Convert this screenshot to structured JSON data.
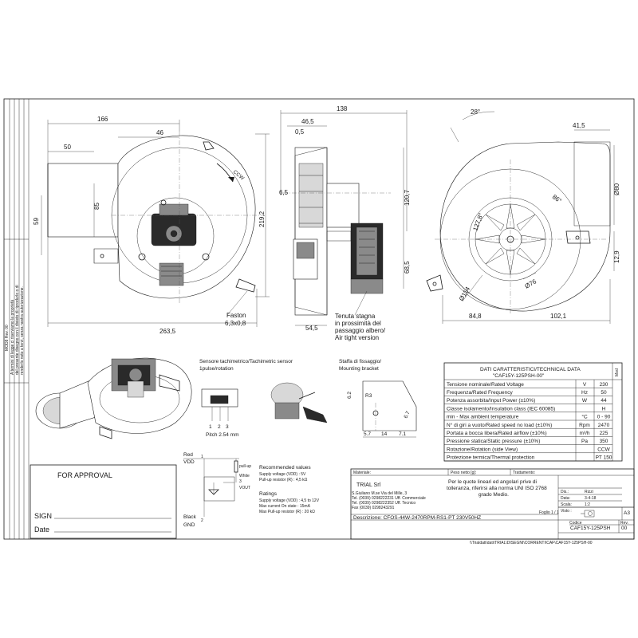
{
  "side_note": {
    "line1": "MOD8 Rev. 00",
    "line2": "A termini di legge ci riserviamo la proprietà",
    "line3": "del presente disegno con il divieto di riprodurlo o di",
    "line4": "renderlo noto a terzi, senza nostra autorizzazione."
  },
  "front_view": {
    "dims": [
      "166",
      "46",
      "50",
      "85",
      "59",
      "219,2",
      "263,5"
    ],
    "ccw_label": "CCW",
    "faston_label_1": "Faston",
    "faston_label_2": "6,3x0,8"
  },
  "side_view": {
    "dims": [
      "138",
      "46,5",
      "0,5",
      "6,5",
      "120,7",
      "68,5",
      "54,5"
    ],
    "note_1": "Tenuta stagna",
    "note_2": "in prossimità del",
    "note_3": "passaggio albero/",
    "note_4": "Air tight version"
  },
  "rear_view": {
    "dims": [
      "28°",
      "41,5",
      "Ø80",
      "86°",
      "127,8°",
      "12,9",
      "Ø114",
      "Ø76",
      "84,8",
      "102,1"
    ]
  },
  "sensor": {
    "title": "Sensore tachimetrico/Tachimetric sensor",
    "subtitle": "1pulse/rotation",
    "pins": [
      "1",
      "2",
      "3"
    ],
    "pitch": "Pitch 2.54 mm"
  },
  "bracket": {
    "title": "Staffa di fissaggio/",
    "subtitle": "Mounting bracket",
    "dims": [
      "5.7",
      "14",
      "7.1",
      "6.2",
      "R3",
      "6.7"
    ]
  },
  "schematic": {
    "red": "Red",
    "vdd": "VDD",
    "pin1": "1",
    "pullup": "pull-up",
    "white": "White",
    "pin3": "3",
    "vout": "VOUT",
    "black": "Black",
    "pin2": "2",
    "gnd": "GND",
    "rec_title": "Recommended values",
    "rec_1": "Supply voltage (VDD) : 5V",
    "rec_2": "Pull-up resistor (R)    : 4,5 kΩ",
    "rat_title": "Ratings",
    "rat_1": "Supply voltage (VDD) : 4,5 to 12V",
    "rat_2": "Max current On state  : 15mA",
    "rat_3": "Max Pull-up resistor (R) : 20 kΩ"
  },
  "tech": {
    "title": "DATI CARATTERISTICI/TECHNICAL DATA",
    "code": "\"CAF15Y-125PSH-00\"",
    "mod": "Mod",
    "rows": [
      {
        "label": "Tensione  nominale/Rated Voltage",
        "unit": "V",
        "value": "230"
      },
      {
        "label": "Frequenza/Rated Frequency",
        "unit": "Hz",
        "value": "50"
      },
      {
        "label": "Potenza assorbita/Input Power (±10%)",
        "unit": "W",
        "value": "44"
      },
      {
        "label": "Classe isolamento/Insulation class (IEC 60085)",
        "unit": "",
        "value": "H"
      },
      {
        "label": "min - Max ambient temperature",
        "unit": "°C",
        "value": "0 - 90"
      },
      {
        "label": "N° di giri a vuoto/Rated speed no load (±10%)",
        "unit": "Rpm",
        "value": "2470"
      },
      {
        "label": "Portata a bocca libera/Rated airflow (±10%)",
        "unit": "m³/h",
        "value": "225"
      },
      {
        "label": "Pressione statica/Static pressure (±10%)",
        "unit": "Pa",
        "value": "350"
      },
      {
        "label": "Rotazione/Rotation (side View)",
        "unit": "",
        "value": "CCW"
      },
      {
        "label": "Protezione termica/Thermal protection",
        "unit": "",
        "value": "PT 150"
      }
    ]
  },
  "approval": {
    "title": "FOR APPROVAL",
    "sign": "SIGN",
    "date": "Date"
  },
  "title_block": {
    "materiale": "Materiale:",
    "peso": "Peso netto [g]:",
    "trattamento": "Trattamento:",
    "company": "TRIAL Srl",
    "addr_1": "S.Giuliano M.se Via del Mille, 3",
    "addr_2": "Tel. (0039) 0298222231 Uff. Commerciale",
    "addr_3": "Tel. (0039) 0298222352 Uff. Tecnico",
    "addr_4": "Fax (0039) 0298243291",
    "note_1": "Per le quote lineari ed angolari prive di",
    "note_2": "tolleranza, riferirsi alla norma UNI ISO 2768",
    "note_3": "grado Medio.",
    "foglio": "Foglio 1 / 1",
    "size": "A3",
    "dis": "Dis.:",
    "dis_val": "Rizzi",
    "data": "Data:",
    "data_val": "3-4-18",
    "scala": "Scala:",
    "scala_val": "1:2",
    "visto": "Visto :",
    "descr": "Descrizione: CFOS-44W-2470RPM-RS1-PT    230V50HZ",
    "codice": "Codice",
    "code_val": "CAF15Y-125PSH",
    "rev": "Rev.",
    "rev_val": "00",
    "path": "\\\\Trialdati\\dati\\TRIAL\\DISEGNI\\CORRENTI\\CAF\\CAF15Y-125PSH-00"
  }
}
